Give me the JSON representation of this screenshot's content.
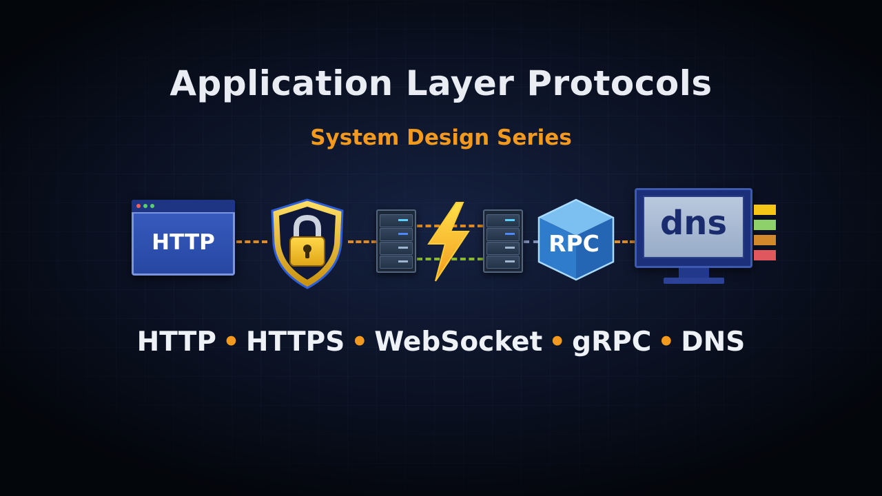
{
  "header": {
    "title": "Application Layer Protocols",
    "subtitle": "System Design Series"
  },
  "icons": {
    "http_label": "HTTP",
    "rpc_label": "RPC",
    "dns_label": "dns"
  },
  "protocol_list": {
    "items": [
      "HTTP",
      "HTTPS",
      "WebSocket",
      "gRPC",
      "DNS"
    ],
    "separator": "•"
  },
  "colors": {
    "accent": "#f39a1e",
    "title": "#e9edf3",
    "http_blue": "#2e52b8",
    "shield_gold": "#f2c230",
    "dns_bars": [
      "#f5c518",
      "#8ed06a",
      "#d4882c",
      "#e0575e"
    ]
  }
}
